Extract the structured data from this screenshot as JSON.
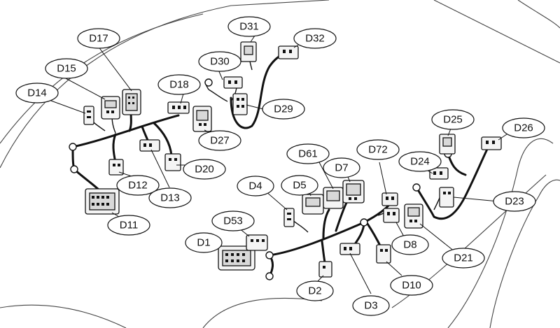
{
  "labels": [
    "D17",
    "D31",
    "D32",
    "D15",
    "D30",
    "D14",
    "D18",
    "D29",
    "D27",
    "D25",
    "D26",
    "D24",
    "D12",
    "D20",
    "D13",
    "D61",
    "D7",
    "D72",
    "D4",
    "D5",
    "D23",
    "D11",
    "D53",
    "D1",
    "D8",
    "D21",
    "D10",
    "D2",
    "D3"
  ]
}
